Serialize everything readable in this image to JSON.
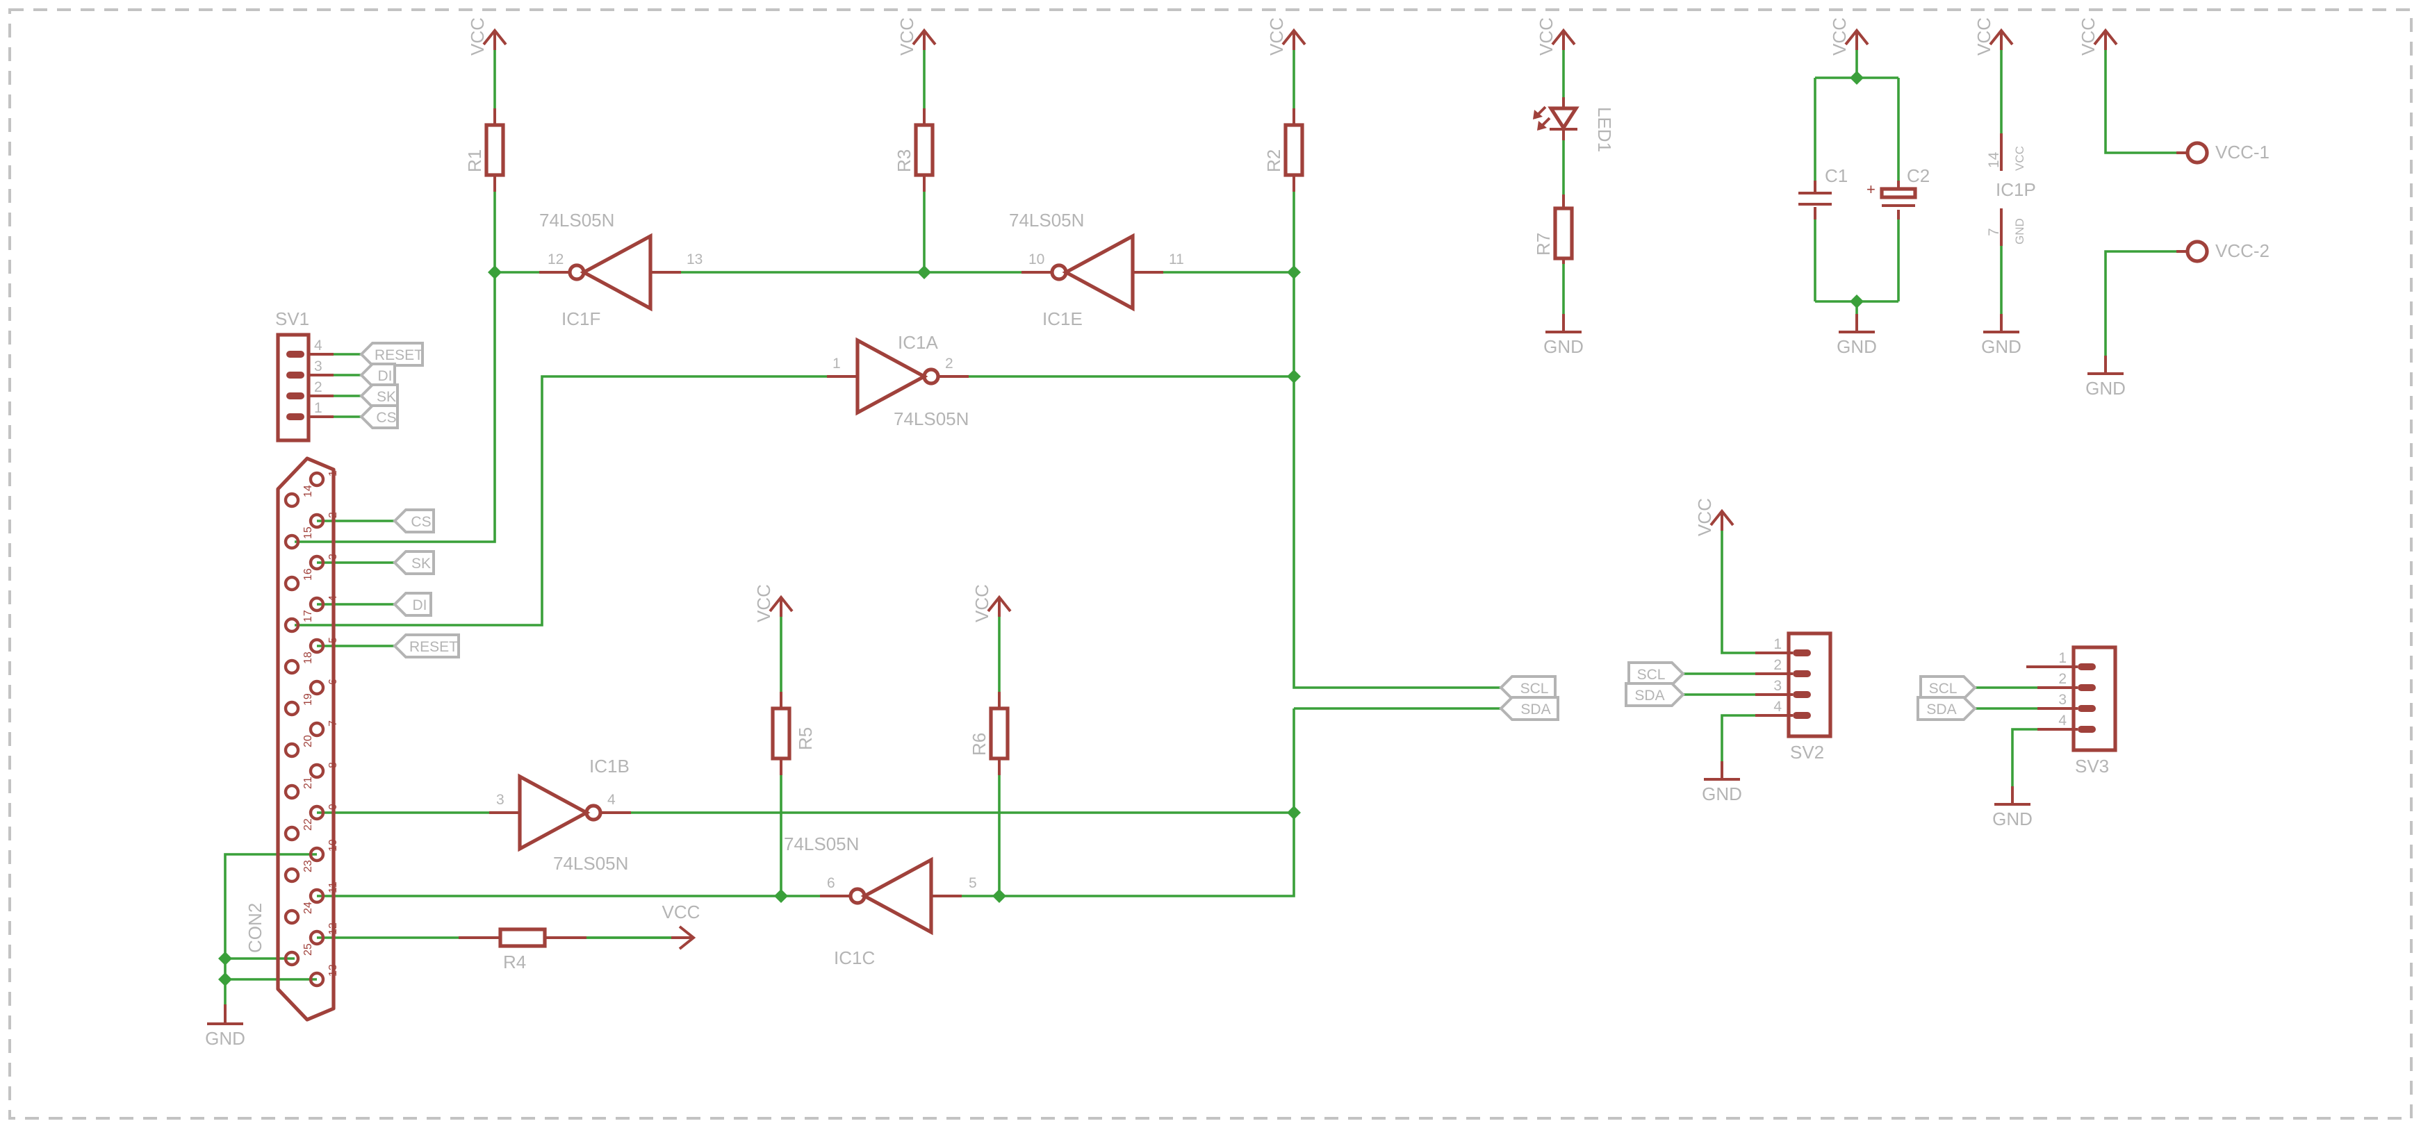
{
  "colors": {
    "wire": "#3aa03a",
    "part": "#a0413b",
    "label": "#b4b4b4"
  },
  "power": {
    "vcc": "VCC",
    "gnd": "GND",
    "vcc1": "VCC-1",
    "vcc2": "VCC-2"
  },
  "parts": {
    "r1": "R1",
    "r2": "R2",
    "r3": "R3",
    "r4": "R4",
    "r5": "R5",
    "r6": "R6",
    "r7": "R7",
    "c1": "C1",
    "c2": "C2",
    "c2_polarity": "+",
    "led1": "LED1",
    "ic1p": {
      "name": "IC1P",
      "vcc_pin": "14",
      "vcc_name": "VCC",
      "gnd_pin": "7",
      "gnd_name": "GND"
    }
  },
  "gates": {
    "part_number": "74LS05N",
    "ic1f": {
      "name": "IC1F",
      "output_pin": "12",
      "input_pin": "13"
    },
    "ic1e": {
      "name": "IC1E",
      "output_pin": "10",
      "input_pin": "11"
    },
    "ic1a": {
      "name": "IC1A",
      "input_pin": "1",
      "output_pin": "2"
    },
    "ic1b": {
      "name": "IC1B",
      "input_pin": "3",
      "output_pin": "4"
    },
    "ic1c": {
      "name": "IC1C",
      "output_pin": "6",
      "input_pin": "5"
    }
  },
  "connectors": {
    "sv1": {
      "name": "SV1",
      "pins": [
        "4",
        "3",
        "2",
        "1"
      ],
      "nets": [
        "RESET",
        "DI",
        "SK",
        "CS"
      ]
    },
    "sv2": {
      "name": "SV2",
      "pins": [
        "1",
        "2",
        "3",
        "4"
      ],
      "nets": [
        "SCL",
        "SDA"
      ]
    },
    "sv3": {
      "name": "SV3",
      "pins": [
        "1",
        "2",
        "3",
        "4"
      ],
      "nets": [
        "SCL",
        "SDA"
      ]
    },
    "con2": {
      "name": "CON2",
      "pins_right": [
        "1",
        "2",
        "3",
        "4",
        "5",
        "6",
        "7",
        "8",
        "9",
        "10",
        "11",
        "12",
        "13"
      ],
      "pins_left": [
        "14",
        "15",
        "16",
        "17",
        "18",
        "19",
        "20",
        "21",
        "22",
        "23",
        "24",
        "25"
      ],
      "nets": [
        "CS",
        "SK",
        "DI",
        "RESET"
      ]
    }
  },
  "net_flags": {
    "scl": "SCL",
    "sda": "SDA"
  }
}
